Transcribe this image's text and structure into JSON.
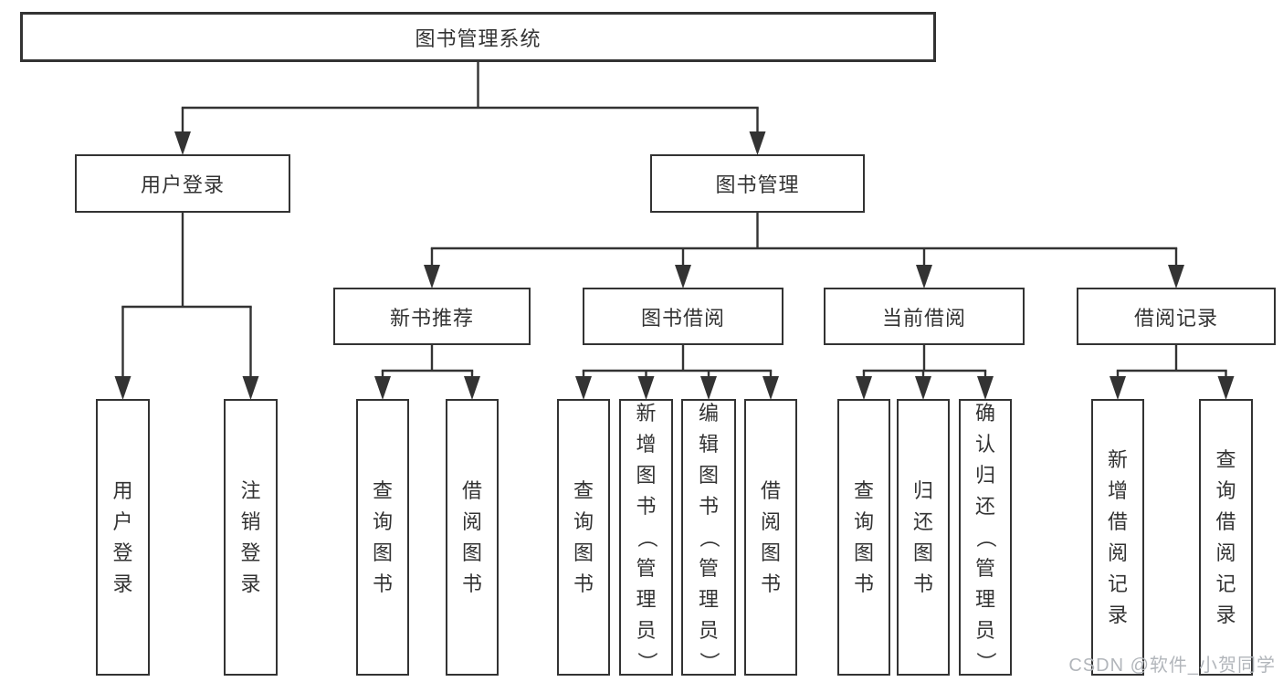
{
  "diagram": {
    "title": "图书管理系统",
    "type": "hierarchy-tree",
    "colors": {
      "line": "#333333",
      "box_border": "#333333",
      "box_background": "#ffffff",
      "text": "#333333",
      "watermark_text_color": "#b2b6bb"
    },
    "tree": {
      "id": "root",
      "label": "图书管理系统",
      "children": [
        {
          "id": "user-login",
          "label": "用户登录",
          "children": [
            {
              "id": "ul-login",
              "label": "用户登录",
              "vertical": true
            },
            {
              "id": "ul-logout",
              "label": "注销登录",
              "vertical": true
            }
          ]
        },
        {
          "id": "book-mgmt",
          "label": "图书管理",
          "children": [
            {
              "id": "new-book-rec",
              "label": "新书推荐",
              "children": [
                {
                  "id": "nb-query",
                  "label": "查询图书",
                  "vertical": true
                },
                {
                  "id": "nb-borrow",
                  "label": "借阅图书",
                  "vertical": true
                }
              ]
            },
            {
              "id": "book-borrow",
              "label": "图书借阅",
              "children": [
                {
                  "id": "bb-query",
                  "label": "查询图书",
                  "vertical": true
                },
                {
                  "id": "bb-add",
                  "label": "新增图书（管理员）",
                  "vertical": true
                },
                {
                  "id": "bb-edit",
                  "label": "编辑图书（管理员）",
                  "vertical": true
                },
                {
                  "id": "bb-borrow",
                  "label": "借阅图书",
                  "vertical": true
                }
              ]
            },
            {
              "id": "current-borrow",
              "label": "当前借阅",
              "children": [
                {
                  "id": "cb-query",
                  "label": "查询图书",
                  "vertical": true
                },
                {
                  "id": "cb-return",
                  "label": "归还图书",
                  "vertical": true
                },
                {
                  "id": "cb-confirm",
                  "label": "确认归还（管理员）",
                  "vertical": true
                }
              ]
            },
            {
              "id": "borrow-records",
              "label": "借阅记录",
              "children": [
                {
                  "id": "br-add",
                  "label": "新增借阅记录",
                  "vertical": true
                },
                {
                  "id": "br-query",
                  "label": "查询借阅记录",
                  "vertical": true
                }
              ]
            }
          ]
        }
      ]
    },
    "watermark": "CSDN @软件_小贺同学"
  }
}
